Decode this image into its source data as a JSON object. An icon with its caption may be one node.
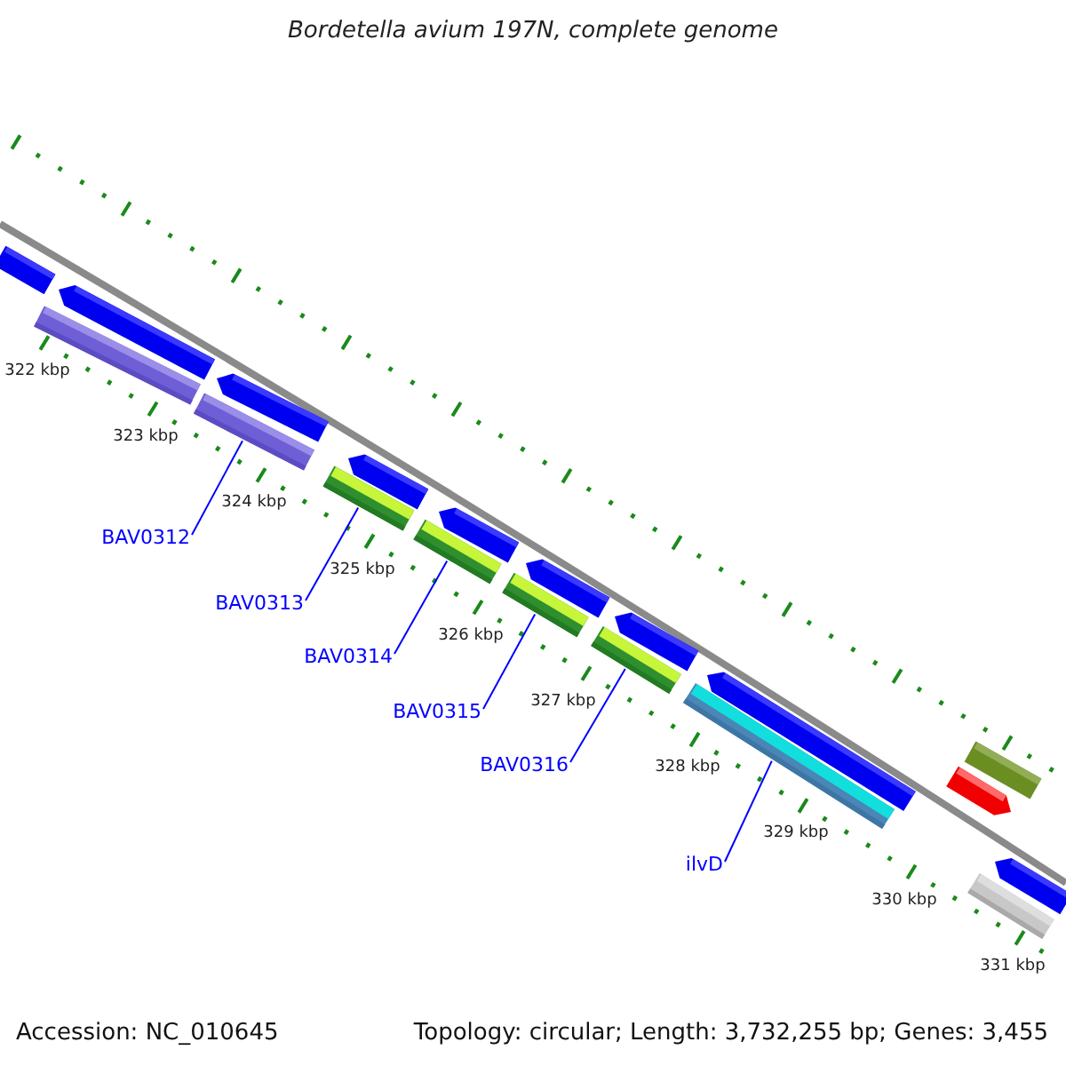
{
  "diagram": {
    "title": "Bordetella avium 197N, complete genome",
    "nodes": [
      {
        "text": [
          "BAV0312"
        ]
      },
      {
        "text": [
          "BAV0313"
        ]
      },
      {
        "text": [
          "BAV0314"
        ]
      },
      {
        "text": [
          "BAV0315"
        ]
      },
      {
        "text": [
          "BAV0316"
        ]
      },
      {
        "text": [
          "ilvD"
        ]
      },
      {
        "text": [],
        "shape": "bar"
      },
      {
        "text": [],
        "shape": "bar"
      },
      {
        "text": [],
        "shape": "bar"
      },
      {
        "text": [],
        "shape": "bar"
      },
      {
        "text": [],
        "shape": "bar"
      },
      {
        "text": [],
        "shape": "bar"
      }
    ],
    "edges": [
      {
        "from": 0,
        "to": 6,
        "arrow": "none"
      },
      {
        "from": 1,
        "to": 7,
        "arrow": "none"
      },
      {
        "from": 2,
        "to": 8,
        "arrow": "none"
      },
      {
        "from": 3,
        "to": 9,
        "arrow": "none"
      },
      {
        "from": 4,
        "to": 10,
        "arrow": "none"
      },
      {
        "from": 5,
        "to": 11,
        "arrow": "none"
      }
    ],
    "labels": [
      "322 kbp",
      "323 kbp",
      "324 kbp",
      "325 kbp",
      "326 kbp",
      "327 kbp",
      "328 kbp",
      "329 kbp",
      "330 kbp",
      "331 kbp",
      "Accession: NC_010645",
      "Topology: circular; Length: 3,732,255 bp; Genes: 3,455"
    ]
  }
}
